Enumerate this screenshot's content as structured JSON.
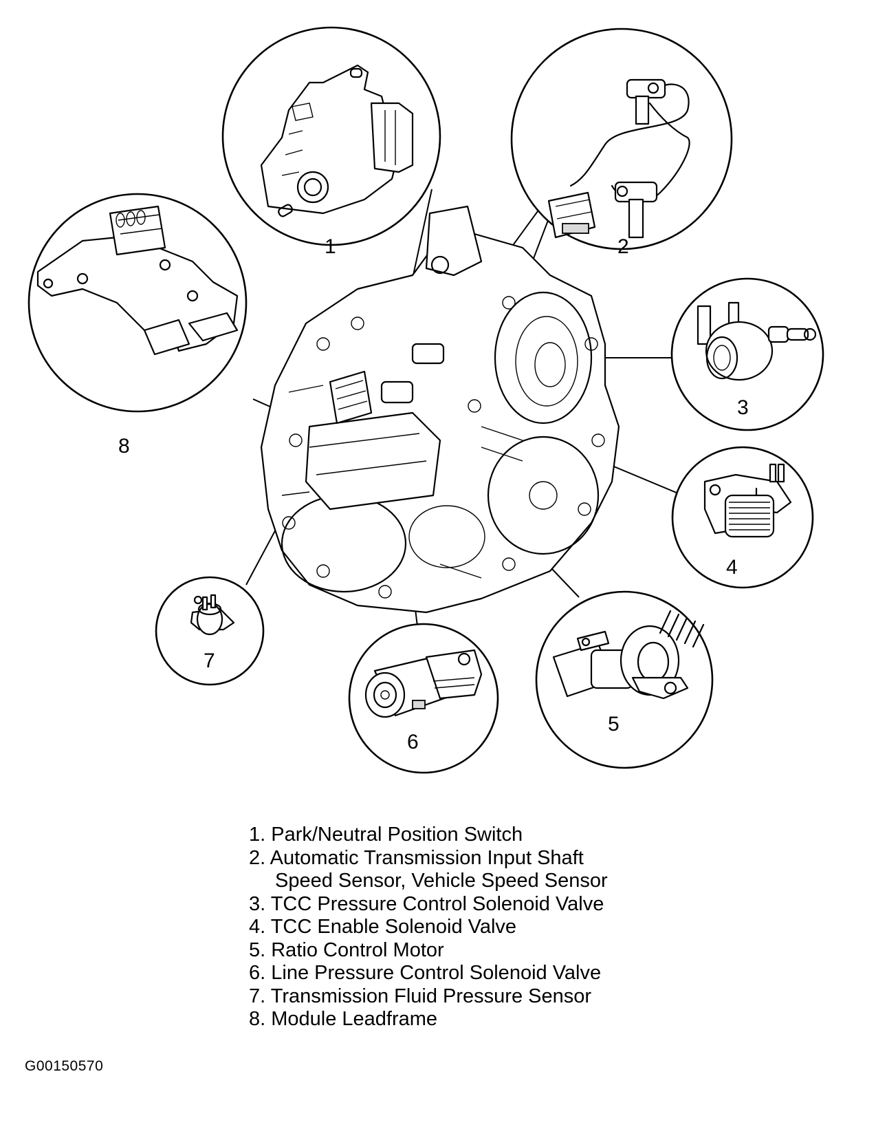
{
  "callouts": [
    "1",
    "2",
    "3",
    "4",
    "5",
    "6",
    "7",
    "8"
  ],
  "legend": [
    "1. Park/Neutral Position Switch",
    "2. Automatic Transmission Input Shaft",
    "Speed Sensor, Vehicle Speed Sensor",
    "3. TCC Pressure Control Solenoid Valve",
    "4. TCC Enable Solenoid Valve",
    "5. Ratio Control Motor",
    "6. Line Pressure Control Solenoid Valve",
    "7. Transmission Fluid Pressure Sensor",
    "8. Module Leadframe"
  ],
  "figure_id": "G00150570"
}
